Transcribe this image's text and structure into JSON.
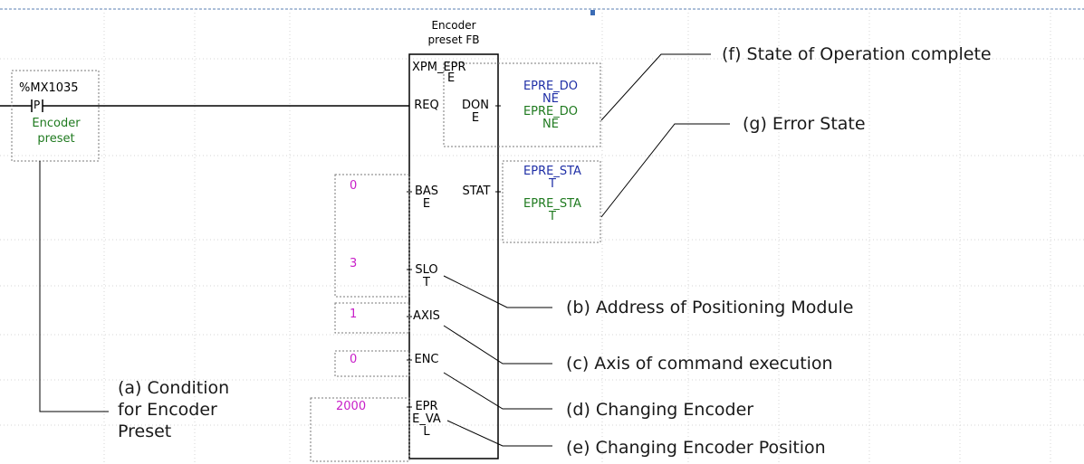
{
  "contact": {
    "address": "%MX1035",
    "symbol": "P",
    "comment_line1": "Encoder",
    "comment_line2": "preset"
  },
  "fb": {
    "title_line1": "Encoder",
    "title_line2": "preset FB",
    "name_line1": "XPM_EPR",
    "name_line2": "E",
    "inputs": {
      "req": "REQ",
      "base_line1": "BAS",
      "base_line2": "E",
      "slot_line1": "SLO",
      "slot_line2": "T",
      "axis": "AXIS",
      "enc": "ENC",
      "epre_line1": "EPR",
      "epre_line2": "E_VA",
      "epre_line3": "L"
    },
    "outputs": {
      "done_line1": "DON",
      "done_line2": "E",
      "stat": "STAT"
    }
  },
  "input_values": {
    "base": "0",
    "slot": "3",
    "axis": "1",
    "enc": "0",
    "epre_val": "2000"
  },
  "output_vars": {
    "done_var_line1": "EPRE_DO",
    "done_var_line2": "NE",
    "done_cmt_line1": "EPRE_DO",
    "done_cmt_line2": "NE",
    "stat_var_line1": "EPRE_STA",
    "stat_var_line2": "T",
    "stat_cmt_line1": "EPRE_STA",
    "stat_cmt_line2": "T"
  },
  "annotations": {
    "a_line1": "(a) Condition",
    "a_line2": "for Encoder",
    "a_line3": "Preset",
    "b": "(b) Address of Positioning Module",
    "c": "(c) Axis of command execution",
    "d": "(d) Changing Encoder",
    "e": "(e) Changing Encoder Position",
    "f": "(f) State of Operation complete",
    "g": "(g) Error State"
  },
  "colors": {
    "variable": "#1f2fa6",
    "comment": "#1f7a1f",
    "constant": "#c81ec8",
    "grid": "#c8c8c8",
    "top_border": "#5a7fb3"
  }
}
